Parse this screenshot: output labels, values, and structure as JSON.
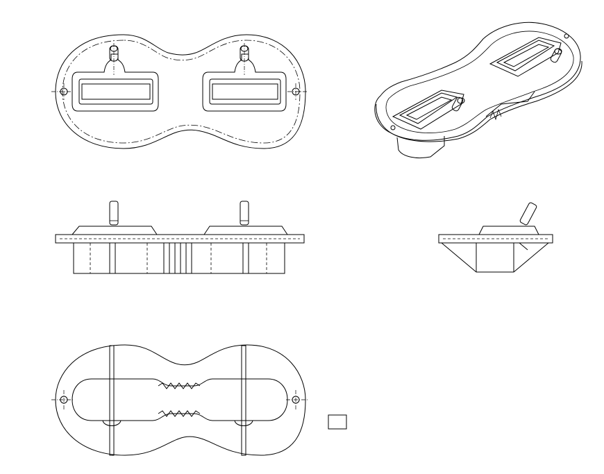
{
  "drawing": {
    "stroke_color": "#000000",
    "background_color": "#ffffff",
    "views": [
      {
        "id": "top-view"
      },
      {
        "id": "isometric-view"
      },
      {
        "id": "front-view"
      },
      {
        "id": "side-view"
      },
      {
        "id": "bottom-view"
      }
    ],
    "small_square_marker": {
      "shape": "square"
    }
  }
}
